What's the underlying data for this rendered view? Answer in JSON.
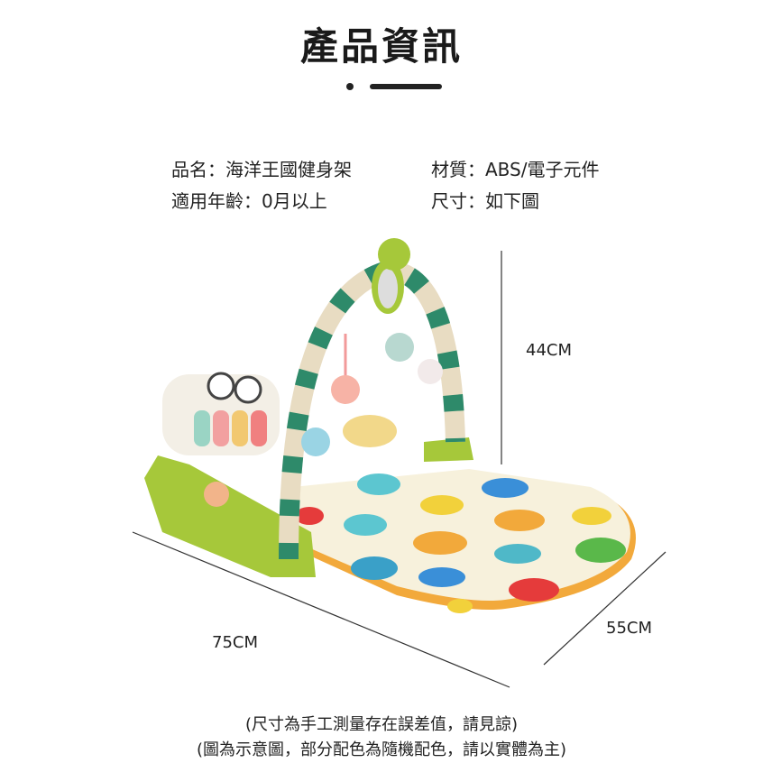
{
  "header": {
    "title": "產品資訊"
  },
  "specs": [
    {
      "label": "品名：",
      "value": "海洋王國健身架"
    },
    {
      "label": "材質：",
      "value": "ABS/電子元件"
    },
    {
      "label": "適用年齡：",
      "value": "0月以上"
    },
    {
      "label": "尺寸：",
      "value": "如下圖"
    }
  ],
  "dimensions": {
    "height": "44CM",
    "length": "75CM",
    "width": "55CM"
  },
  "notes": [
    "(尺寸為手工測量存在誤差值，請見諒)",
    "(圖為示意圖，部分配色為隨機配色，請以實體為主)"
  ],
  "colors": {
    "mat": "#f7f1dc",
    "mat_border": "#f2a93b",
    "frame": "#a6c83a"
  }
}
